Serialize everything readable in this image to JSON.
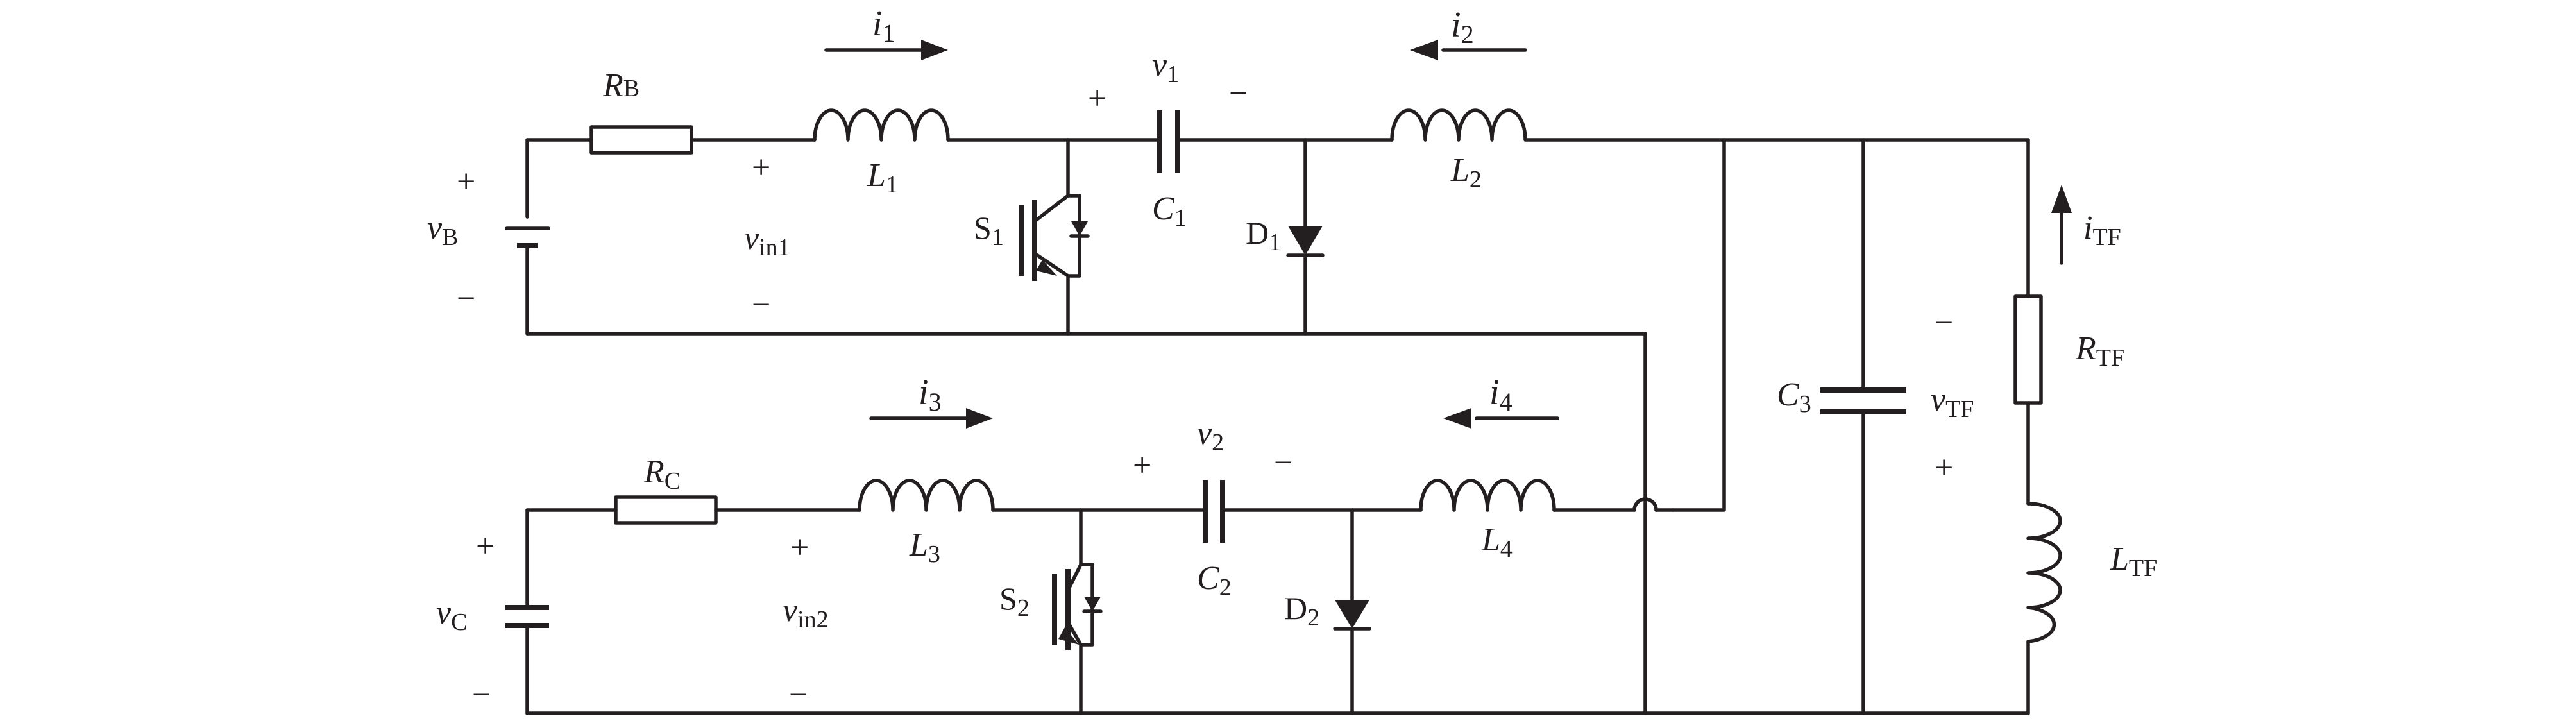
{
  "diagram": {
    "labels": {
      "RB": {
        "main": "R",
        "sub": "B"
      },
      "RC": {
        "main": "R",
        "sub": "C"
      },
      "RTF": {
        "main": "R",
        "sub": "TF"
      },
      "L1": {
        "main": "L",
        "sub": "1"
      },
      "L2": {
        "main": "L",
        "sub": "2"
      },
      "L3": {
        "main": "L",
        "sub": "3"
      },
      "L4": {
        "main": "L",
        "sub": "4"
      },
      "LTF": {
        "main": "L",
        "sub": "TF"
      },
      "C1": {
        "main": "C",
        "sub": "1"
      },
      "C2": {
        "main": "C",
        "sub": "2"
      },
      "C3": {
        "main": "C",
        "sub": "3"
      },
      "S1": {
        "main": "S",
        "sub": "1"
      },
      "S2": {
        "main": "S",
        "sub": "2"
      },
      "D1": {
        "main": "D",
        "sub": "1"
      },
      "D2": {
        "main": "D",
        "sub": "2"
      },
      "vB": {
        "main": "v",
        "sub": "B"
      },
      "vC": {
        "main": "v",
        "sub": "C"
      },
      "vin1": {
        "main": "v",
        "sub": "in1"
      },
      "vin2": {
        "main": "v",
        "sub": "in2"
      },
      "v1": {
        "main": "v",
        "sub": "1"
      },
      "v2": {
        "main": "v",
        "sub": "2"
      },
      "vTF": {
        "main": "v",
        "sub": "TF"
      },
      "i1": {
        "main": "i",
        "sub": "1"
      },
      "i2": {
        "main": "i",
        "sub": "2"
      },
      "i3": {
        "main": "i",
        "sub": "3"
      },
      "i4": {
        "main": "i",
        "sub": "4"
      },
      "iTF": {
        "main": "i",
        "sub": "TF"
      }
    },
    "plus": "+",
    "minus": "−"
  }
}
